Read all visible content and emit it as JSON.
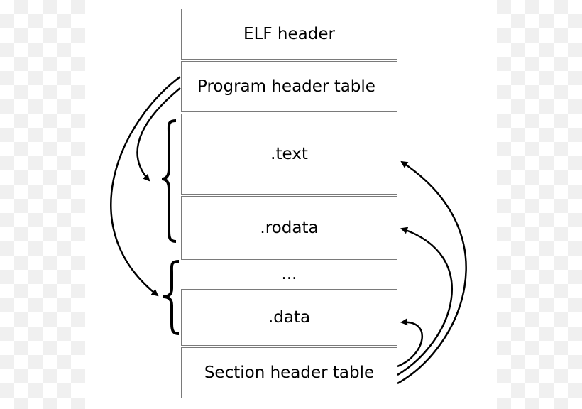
{
  "diagram": {
    "sections": {
      "elf_header": "ELF header",
      "program_header_table": "Program header table",
      "text": ".text",
      "rodata": ".rodata",
      "ellipsis": "...",
      "data": ".data",
      "section_header_table": "Section header table"
    }
  }
}
